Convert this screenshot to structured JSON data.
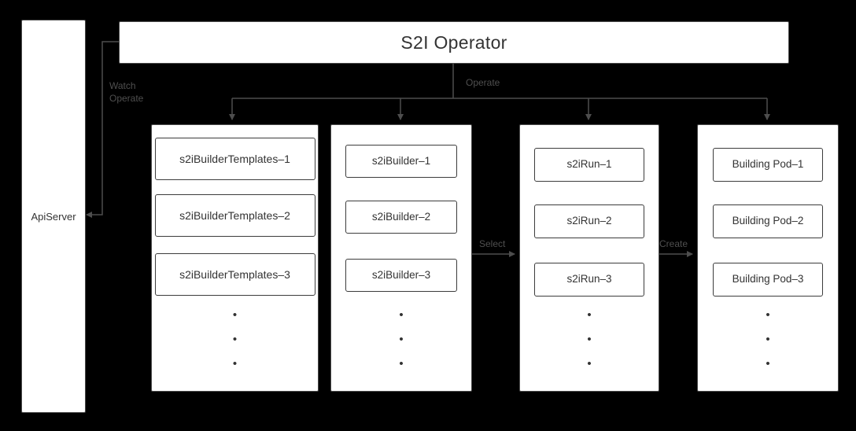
{
  "title": "S2I Operator",
  "api_server_label": "ApiServer",
  "labels": {
    "watch_line1": "Watch",
    "watch_line2": "Operate",
    "operate": "Operate",
    "select": "Select",
    "create": "Create"
  },
  "dot": "•",
  "panels": [
    {
      "items": [
        "s2iBuilderTemplates–1",
        "s2iBuilderTemplates–2",
        "s2iBuilderTemplates–3"
      ]
    },
    {
      "items": [
        "s2iBuilder–1",
        "s2iBuilder–2",
        "s2iBuilder–3"
      ]
    },
    {
      "items": [
        "s2iRun–1",
        "s2iRun–2",
        "s2iRun–3"
      ]
    },
    {
      "items": [
        "Building Pod–1",
        "Building Pod–2",
        "Building Pod–3"
      ]
    }
  ],
  "colors": {
    "bg": "#000000",
    "box-bg": "#ffffff",
    "panel-border": "#4a4a4a",
    "node-border": "#3c3c3c",
    "text": "#333333",
    "label": "#4f4f4f",
    "line": "#4d4d4d"
  }
}
